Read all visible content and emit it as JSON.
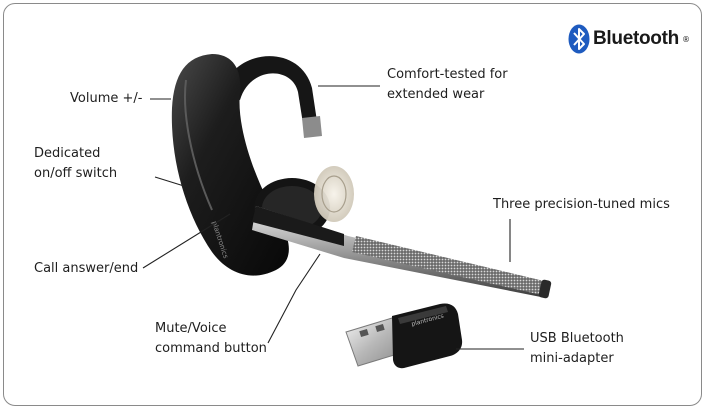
{
  "brand": {
    "word": "Bluetooth",
    "reg": "®",
    "icon": "bluetooth-rune-icon",
    "color": "#1e5bbf"
  },
  "product": {
    "headset_brand": "plantronics",
    "adapter_brand": "plantronics"
  },
  "callouts": {
    "volume": "Volume +/-",
    "onoff_line1": "Dedicated",
    "onoff_line2": "on/off switch",
    "answer": "Call answer/end",
    "mute_line1": "Mute/Voice",
    "mute_line2": "command button",
    "comfort_line1": "Comfort-tested for",
    "comfort_line2": "extended wear",
    "mics": "Three precision-tuned mics",
    "usb_line1": "USB Bluetooth",
    "usb_line2": "mini-adapter"
  }
}
